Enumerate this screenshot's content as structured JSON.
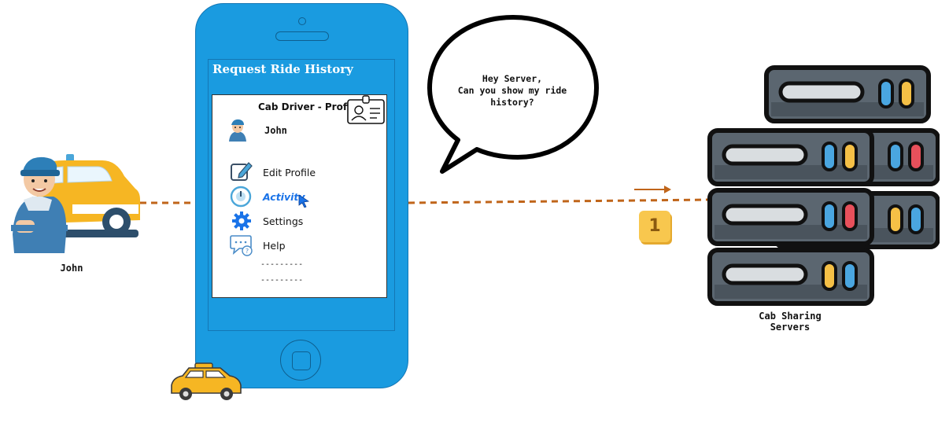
{
  "user": {
    "name": "John"
  },
  "phone": {
    "screen_title": "Request Ride History",
    "card_title": "Cab Driver - Profile",
    "profile_name": "John",
    "menu": [
      {
        "label": "Edit Profile",
        "icon": "edit-icon"
      },
      {
        "label": "Activity",
        "icon": "activity-icon",
        "active": true
      },
      {
        "label": "Settings",
        "icon": "gear-icon"
      },
      {
        "label": "Help",
        "icon": "help-chat-icon"
      }
    ],
    "placeholders": [
      "---------",
      "---------"
    ]
  },
  "speech_bubble": {
    "lines": [
      "Hey Server,",
      "Can you show my ride",
      "history?"
    ]
  },
  "step_badge": "1",
  "servers": {
    "label_line1": "Cab Sharing",
    "label_line2": "Servers"
  },
  "colors": {
    "phone_blue": "#1a9be0",
    "dashed_line": "#c0651a",
    "active_menu": "#1a73e8",
    "badge_yellow": "#f5c046",
    "server_gray": "#5b6670"
  }
}
